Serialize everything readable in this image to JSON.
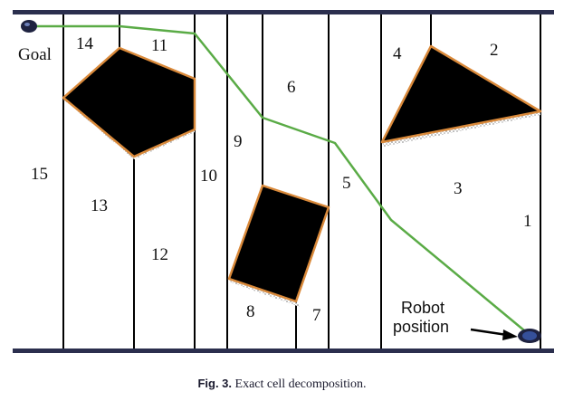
{
  "diagram": {
    "goal_label": "Goal",
    "robot_label_line1": "Robot",
    "robot_label_line2": "position",
    "cells": [
      "1",
      "2",
      "3",
      "4",
      "5",
      "6",
      "7",
      "8",
      "9",
      "10",
      "11",
      "12",
      "13",
      "14",
      "15"
    ]
  },
  "caption": {
    "prefix": "Fig. 3.",
    "text": "Exact cell decomposition."
  },
  "colors": {
    "border": "#2b2f4e",
    "path": "#5aab46",
    "obstacle": "#000000",
    "obstacle_edge": "#d9893a",
    "robot": "#35509a"
  }
}
